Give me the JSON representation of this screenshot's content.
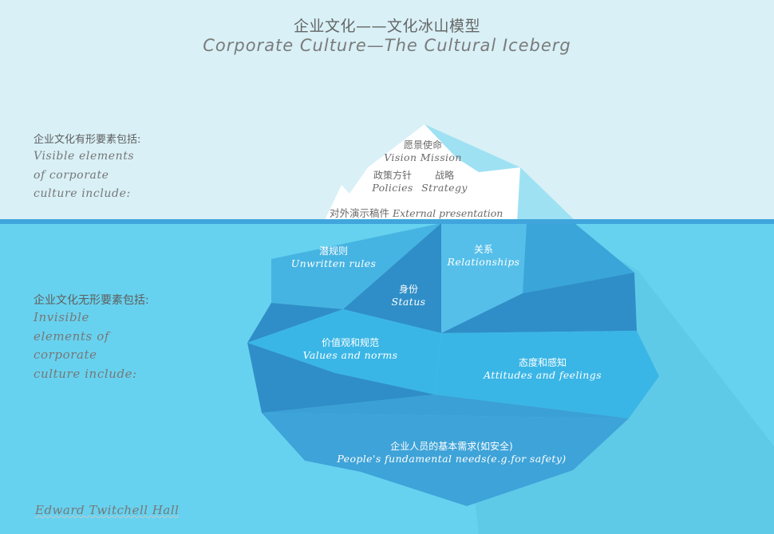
{
  "title": {
    "zh": "企业文化——文化冰山模型",
    "en": "Corporate Culture—The Cultural Iceberg"
  },
  "visible": {
    "heading_zh": "企业文化有形要素包括:",
    "heading_en": "Visible elements of corporate culture include:"
  },
  "invisible": {
    "heading_zh": "企业文化无形要素包括:",
    "heading_en": "Invisible elements of corporate culture include:"
  },
  "tip_items": [
    {
      "zh": "愿景使命",
      "en": "Vision Mission"
    },
    {
      "zh": "政策方针",
      "en": "Policies"
    },
    {
      "zh": "战略",
      "en": "Strategy"
    },
    {
      "zh": "对外演示稿件",
      "en": "External presentation"
    }
  ],
  "base_items": [
    {
      "zh": "潜规则",
      "en": "Unwritten rules"
    },
    {
      "zh": "关系",
      "en": "Relationships"
    },
    {
      "zh": "身份",
      "en": "Status"
    },
    {
      "zh": "价值观和规范",
      "en": "Values and norms"
    },
    {
      "zh": "态度和感知",
      "en": "Attitudes and feelings"
    },
    {
      "zh": "企业人员的基本需求(如安全)",
      "en": "People's fundamental needs(e.g.for safety)"
    }
  ],
  "author": "Edward Twitchell Hall",
  "colors": {
    "sky": "#d8f0f6",
    "water": "#67d2ef",
    "waterline": "#3fa5dc",
    "ice_white": "#ffffff",
    "ice_shadow": "#9ee1f3",
    "ice_mid": "#3aa5d8",
    "ice_dark": "#2f8ec7",
    "text_grey": "#666666"
  }
}
